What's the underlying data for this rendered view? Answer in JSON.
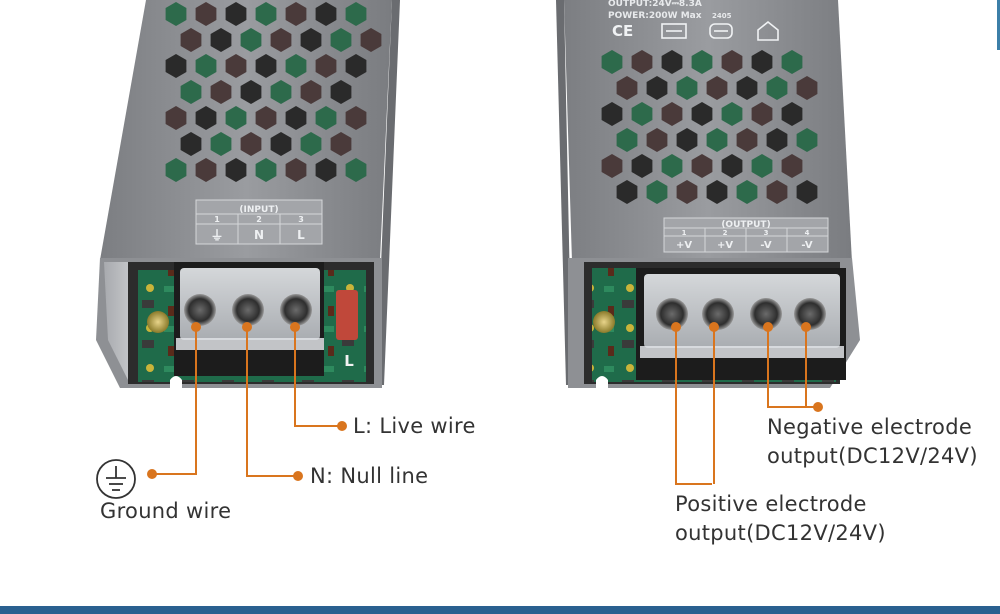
{
  "left_unit": {
    "terminal_header": "(INPUT)",
    "terminal_numbers": [
      "1",
      "2",
      "3"
    ],
    "terminal_symbols": [
      "⏚",
      "N",
      "L"
    ],
    "l_tag": "L"
  },
  "right_unit": {
    "spec_output": "OUTPUT:24V⎓8.3A",
    "spec_power": "POWER:200W Max",
    "spec_code": "2405",
    "cert_ce": "CE",
    "terminal_header": "(OUTPUT)",
    "terminal_numbers": [
      "1",
      "2",
      "3",
      "4"
    ],
    "terminal_symbols": [
      "+V",
      "+V",
      "-V",
      "-V"
    ]
  },
  "labels": {
    "live_wire": "L: Live wire",
    "null_line": "N: Null line",
    "ground_wire": "Ground wire",
    "negative_line1": "Negative electrode",
    "negative_line2": "output(DC12V/24V)",
    "positive_line1": "Positive electrode",
    "positive_line2": "output(DC12V/24V)"
  },
  "icons": {
    "ground_symbol": "ground-icon"
  },
  "colors": {
    "leader": "#d9751e",
    "label_text": "#333333",
    "housing": "#8a8c90",
    "bottom_bar": "#2a6090"
  }
}
